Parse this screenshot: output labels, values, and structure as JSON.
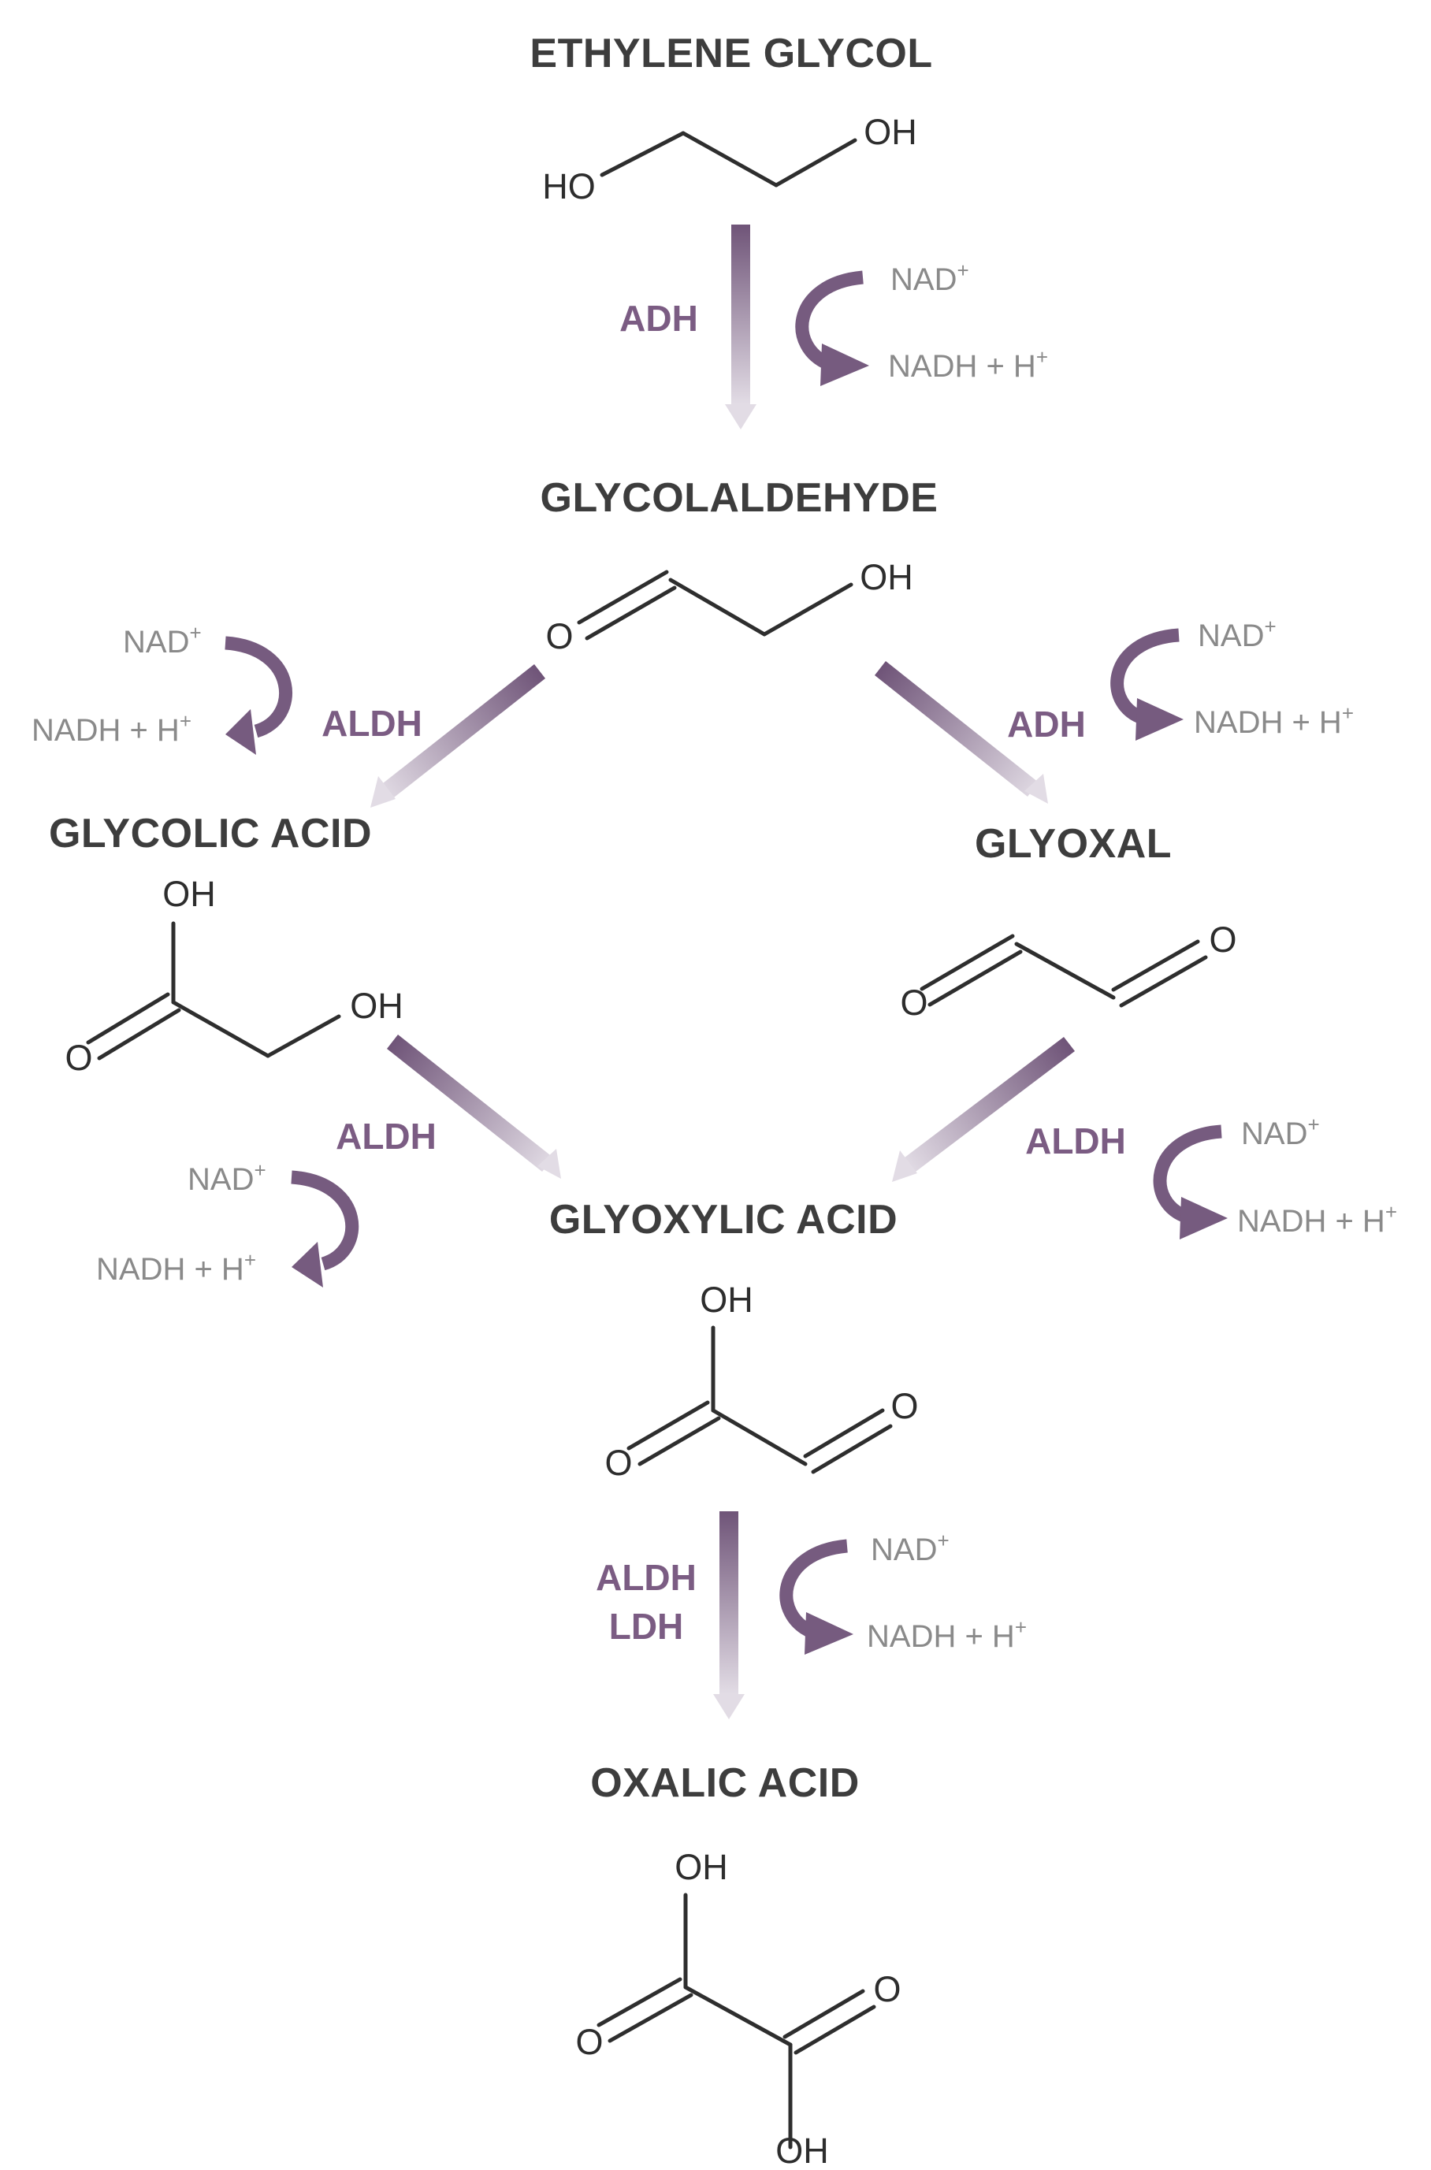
{
  "compounds": {
    "ethylene_glycol": {
      "title": "ETHYLENE GLYCOL",
      "atoms": [
        "HO",
        "OH"
      ]
    },
    "glycolaldehyde": {
      "title": "GLYCOLALDEHYDE",
      "atoms": [
        "O",
        "OH"
      ]
    },
    "glycolic_acid": {
      "title": "GLYCOLIC ACID",
      "atoms": [
        "OH",
        "O",
        "OH"
      ]
    },
    "glyoxal": {
      "title": "GLYOXAL",
      "atoms": [
        "O",
        "O"
      ]
    },
    "glyoxylic_acid": {
      "title": "GLYOXYLIC ACID",
      "atoms": [
        "OH",
        "O",
        "O"
      ]
    },
    "oxalic_acid": {
      "title": "OXALIC ACID",
      "atoms": [
        "OH",
        "O",
        "O",
        "OH"
      ]
    }
  },
  "reactions": [
    {
      "id": "eg_to_gald",
      "enzymes": [
        "ADH"
      ],
      "cofactor_in": "NAD",
      "cofactor_out": "NADH + H"
    },
    {
      "id": "gald_to_gla",
      "enzymes": [
        "ALDH"
      ],
      "cofactor_in": "NAD",
      "cofactor_out": "NADH + H"
    },
    {
      "id": "gald_to_glx",
      "enzymes": [
        "ADH"
      ],
      "cofactor_in": "NAD",
      "cofactor_out": "NADH + H"
    },
    {
      "id": "gla_to_gxa",
      "enzymes": [
        "ALDH"
      ],
      "cofactor_in": "NAD",
      "cofactor_out": "NADH + H"
    },
    {
      "id": "glx_to_gxa",
      "enzymes": [
        "ALDH"
      ],
      "cofactor_in": "NAD",
      "cofactor_out": "NADH + H"
    },
    {
      "id": "gxa_to_oxa",
      "enzymes": [
        "ALDH",
        "LDH"
      ],
      "cofactor_in": "NAD",
      "cofactor_out": "NADH + H"
    }
  ],
  "charge_sign": "+",
  "colors": {
    "enzyme": "#7b5c83",
    "arrow_dark": "#6f5478",
    "arrow_light": "#ddd6e0",
    "cofactor_text": "#8a8a8a",
    "title_text": "#3d3d3d"
  }
}
